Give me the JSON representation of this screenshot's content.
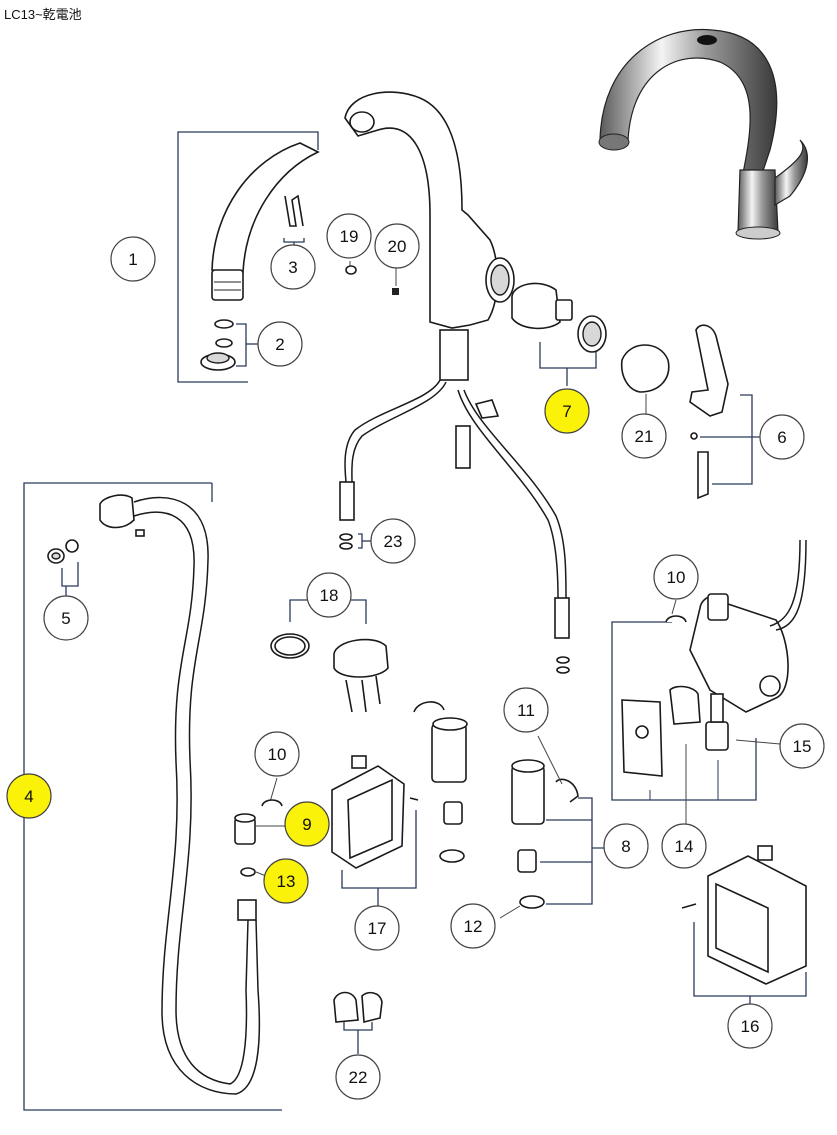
{
  "title": "LC13~乾電池",
  "colors": {
    "highlight": "#fbf20a",
    "plain": "#ffffff",
    "line": "#2a3a5a"
  },
  "callouts": [
    {
      "id": "c1",
      "label": "1",
      "highlighted": false
    },
    {
      "id": "c2",
      "label": "2",
      "highlighted": false
    },
    {
      "id": "c3",
      "label": "3",
      "highlighted": false
    },
    {
      "id": "c4",
      "label": "4",
      "highlighted": true
    },
    {
      "id": "c5",
      "label": "5",
      "highlighted": false
    },
    {
      "id": "c6",
      "label": "6",
      "highlighted": false
    },
    {
      "id": "c7",
      "label": "7",
      "highlighted": true
    },
    {
      "id": "c8",
      "label": "8",
      "highlighted": false
    },
    {
      "id": "c9",
      "label": "9",
      "highlighted": true
    },
    {
      "id": "c10a",
      "label": "10",
      "highlighted": false
    },
    {
      "id": "c10b",
      "label": "10",
      "highlighted": false
    },
    {
      "id": "c11",
      "label": "11",
      "highlighted": false
    },
    {
      "id": "c12",
      "label": "12",
      "highlighted": false
    },
    {
      "id": "c13",
      "label": "13",
      "highlighted": true
    },
    {
      "id": "c14",
      "label": "14",
      "highlighted": false
    },
    {
      "id": "c15",
      "label": "15",
      "highlighted": false
    },
    {
      "id": "c16",
      "label": "16",
      "highlighted": false
    },
    {
      "id": "c17",
      "label": "17",
      "highlighted": false
    },
    {
      "id": "c18",
      "label": "18",
      "highlighted": false
    },
    {
      "id": "c19",
      "label": "19",
      "highlighted": false
    },
    {
      "id": "c20",
      "label": "20",
      "highlighted": false
    },
    {
      "id": "c21",
      "label": "21",
      "highlighted": false
    },
    {
      "id": "c22",
      "label": "22",
      "highlighted": false
    },
    {
      "id": "c23",
      "label": "23",
      "highlighted": false
    }
  ]
}
